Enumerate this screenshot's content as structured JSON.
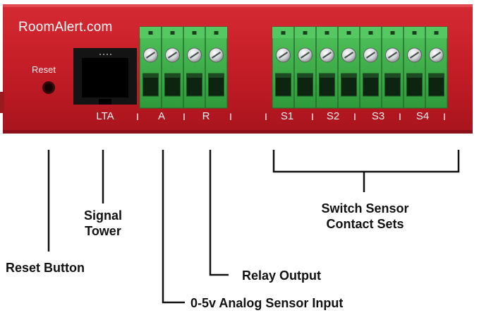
{
  "device": {
    "brand": "RoomAlert.com",
    "reset_label": "Reset",
    "port_labels": {
      "lta": "LTA",
      "a": "A",
      "r": "R",
      "s1": "S1",
      "s2": "S2",
      "s3": "S3",
      "s4": "S4"
    },
    "separator": "I",
    "colors": {
      "chassis": "#c8202a",
      "terminal_green": "#3aa845",
      "label_white": "#f2f2f2"
    }
  },
  "callouts": {
    "signal_tower_line1": "Signal",
    "signal_tower_line2": "Tower",
    "reset_button": "Reset Button",
    "relay_output": "Relay Output",
    "analog_input": "0-5v Analog Sensor Input",
    "switch_sensor_line1": "Switch Sensor",
    "switch_sensor_line2": "Contact Sets"
  }
}
